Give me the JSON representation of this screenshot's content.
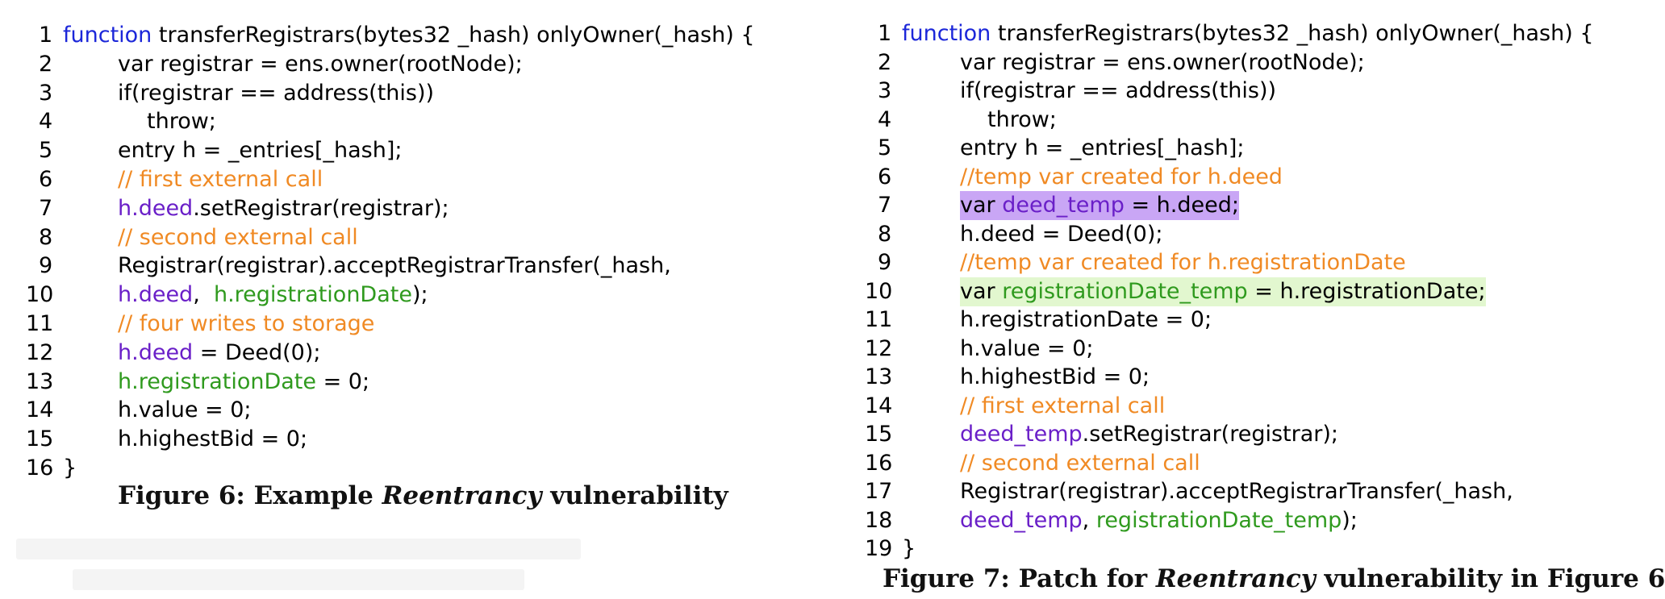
{
  "figure6": {
    "caption": {
      "prefix": "Figure 6: Example ",
      "emph": "Reentrancy",
      "suffix": " vulnerability"
    },
    "lines": [
      {
        "n": "1",
        "indent": 0,
        "segs": [
          {
            "t": "function",
            "c": "kw"
          },
          {
            "t": " transferRegistrars(bytes32 _hash) onlyOwner(_hash) {"
          }
        ]
      },
      {
        "n": "2",
        "indent": 2,
        "segs": [
          {
            "t": "var registrar = ens.owner(rootNode);"
          }
        ]
      },
      {
        "n": "3",
        "indent": 2,
        "segs": [
          {
            "t": "if(registrar == address(this))"
          }
        ]
      },
      {
        "n": "4",
        "indent": 3,
        "segs": [
          {
            "t": "throw;"
          }
        ]
      },
      {
        "n": "5",
        "indent": 2,
        "segs": [
          {
            "t": "entry h = _entries[_hash];"
          }
        ]
      },
      {
        "n": "6",
        "indent": 2,
        "segs": [
          {
            "t": "// first external call",
            "c": "cm"
          }
        ]
      },
      {
        "n": "7",
        "indent": 2,
        "segs": [
          {
            "t": "h.deed",
            "c": "pu"
          },
          {
            "t": ".setRegistrar(registrar);"
          }
        ]
      },
      {
        "n": "8",
        "indent": 2,
        "segs": [
          {
            "t": "// second external call",
            "c": "cm"
          }
        ]
      },
      {
        "n": "9",
        "indent": 2,
        "segs": [
          {
            "t": "Registrar(registrar).acceptRegistrarTransfer(_hash,"
          }
        ]
      },
      {
        "n": "10",
        "indent": 2,
        "segs": [
          {
            "t": "h.deed",
            "c": "pu"
          },
          {
            "t": ",  "
          },
          {
            "t": "h.registrationDate",
            "c": "gr"
          },
          {
            "t": ");"
          }
        ]
      },
      {
        "n": "11",
        "indent": 2,
        "segs": [
          {
            "t": "// four writes to storage",
            "c": "cm"
          }
        ]
      },
      {
        "n": "12",
        "indent": 2,
        "segs": [
          {
            "t": "h.deed",
            "c": "pu"
          },
          {
            "t": " = Deed(0);"
          }
        ]
      },
      {
        "n": "13",
        "indent": 2,
        "segs": [
          {
            "t": "h.registrationDate",
            "c": "gr"
          },
          {
            "t": " = 0;"
          }
        ]
      },
      {
        "n": "14",
        "indent": 2,
        "segs": [
          {
            "t": "h.value = 0;"
          }
        ]
      },
      {
        "n": "15",
        "indent": 2,
        "segs": [
          {
            "t": "h.highestBid = 0;"
          }
        ]
      },
      {
        "n": "16",
        "indent": 0,
        "segs": [
          {
            "t": "}"
          }
        ]
      }
    ]
  },
  "figure7": {
    "caption": {
      "prefix": "Figure 7: Patch for ",
      "emph": "Reentrancy",
      "suffix": " vulnerability in Figure 6"
    },
    "lines": [
      {
        "n": "1",
        "indent": 0,
        "segs": [
          {
            "t": "function",
            "c": "kw"
          },
          {
            "t": " transferRegistrars(bytes32 _hash) onlyOwner(_hash) {"
          }
        ]
      },
      {
        "n": "2",
        "indent": 2,
        "segs": [
          {
            "t": "var registrar = ens.owner(rootNode);"
          }
        ]
      },
      {
        "n": "3",
        "indent": 2,
        "segs": [
          {
            "t": "if(registrar == address(this))"
          }
        ]
      },
      {
        "n": "4",
        "indent": 3,
        "segs": [
          {
            "t": "throw;"
          }
        ]
      },
      {
        "n": "5",
        "indent": 2,
        "segs": [
          {
            "t": "entry h = _entries[_hash];"
          }
        ]
      },
      {
        "n": "6",
        "indent": 2,
        "segs": [
          {
            "t": "//temp var created for h.deed",
            "c": "cm"
          }
        ]
      },
      {
        "n": "7",
        "indent": 2,
        "hl": "purple",
        "segs": [
          {
            "t": "var "
          },
          {
            "t": "deed_temp",
            "c": "pu"
          },
          {
            "t": " = h.deed;"
          }
        ]
      },
      {
        "n": "8",
        "indent": 2,
        "segs": [
          {
            "t": "h.deed = Deed(0);"
          }
        ]
      },
      {
        "n": "9",
        "indent": 2,
        "segs": [
          {
            "t": "//temp var created for h.registrationDate",
            "c": "cm"
          }
        ]
      },
      {
        "n": "10",
        "indent": 2,
        "hl": "green",
        "segs": [
          {
            "t": "var "
          },
          {
            "t": "registrationDate_temp",
            "c": "gr"
          },
          {
            "t": " = h.registrationDate;"
          }
        ]
      },
      {
        "n": "11",
        "indent": 2,
        "segs": [
          {
            "t": "h.registrationDate = 0;"
          }
        ]
      },
      {
        "n": "12",
        "indent": 2,
        "segs": [
          {
            "t": "h.value = 0;"
          }
        ]
      },
      {
        "n": "13",
        "indent": 2,
        "segs": [
          {
            "t": "h.highestBid = 0;"
          }
        ]
      },
      {
        "n": "14",
        "indent": 2,
        "segs": [
          {
            "t": "// first external call",
            "c": "cm"
          }
        ]
      },
      {
        "n": "15",
        "indent": 2,
        "segs": [
          {
            "t": "deed_temp",
            "c": "pu"
          },
          {
            "t": ".setRegistrar(registrar);"
          }
        ]
      },
      {
        "n": "16",
        "indent": 2,
        "segs": [
          {
            "t": "// second external call",
            "c": "cm"
          }
        ]
      },
      {
        "n": "17",
        "indent": 2,
        "segs": [
          {
            "t": "Registrar(registrar).acceptRegistrarTransfer(_hash,"
          }
        ]
      },
      {
        "n": "18",
        "indent": 2,
        "segs": [
          {
            "t": "deed_temp",
            "c": "pu"
          },
          {
            "t": ", "
          },
          {
            "t": "registrationDate_temp",
            "c": "gr"
          },
          {
            "t": ");"
          }
        ]
      },
      {
        "n": "19",
        "indent": 0,
        "segs": [
          {
            "t": "}"
          }
        ]
      }
    ]
  }
}
